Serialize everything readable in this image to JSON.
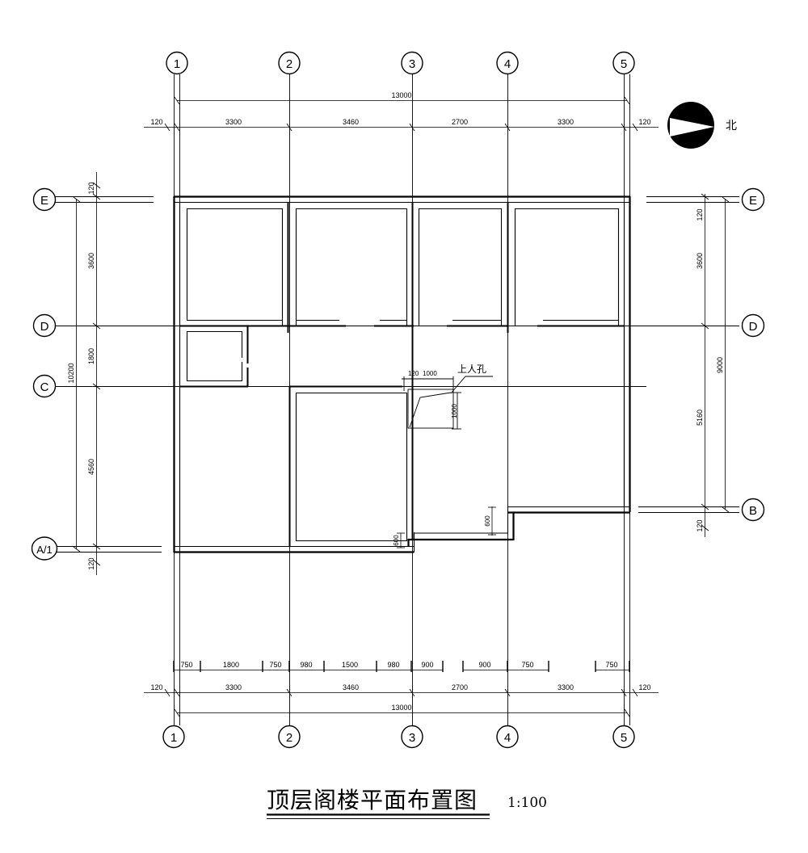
{
  "drawing": {
    "title": "顶层阁楼平面布置图",
    "scale": "1:100",
    "north_label": "北",
    "colors": {
      "ink": "#000000",
      "paper": "#ffffff"
    }
  },
  "grid": {
    "vertical_labels": [
      "1",
      "2",
      "3",
      "4",
      "5"
    ],
    "horizontal_labels_left": [
      "E",
      "D",
      "C",
      "A/1"
    ],
    "horizontal_labels_right": [
      "E",
      "D",
      "B"
    ]
  },
  "dimensions": {
    "top_overall": "13000",
    "top_chain": [
      "120",
      "3300",
      "3460",
      "2700",
      "3300",
      "120"
    ],
    "bottom_overall": "13000",
    "bottom_chain": [
      "120",
      "3300",
      "3460",
      "2700",
      "3300",
      "120"
    ],
    "bottom_detail": [
      "750",
      "1800",
      "750",
      "980",
      "1500",
      "980",
      "900",
      "900",
      "750",
      "750"
    ],
    "left_overall": "10200",
    "left_chain": [
      "120",
      "3600",
      "1800",
      "4560",
      "120"
    ],
    "right_overall": "9000",
    "right_chain": [
      "120",
      "3600",
      "5160",
      "120"
    ],
    "wall_offsets": [
      "600",
      "600"
    ],
    "b_axis_offset": "120",
    "e_axis_offset_right": "120"
  },
  "annotations": {
    "hatch_label": "上人孔",
    "hatch_width": "1000",
    "hatch_height": "1000",
    "hatch_wall": "120"
  }
}
